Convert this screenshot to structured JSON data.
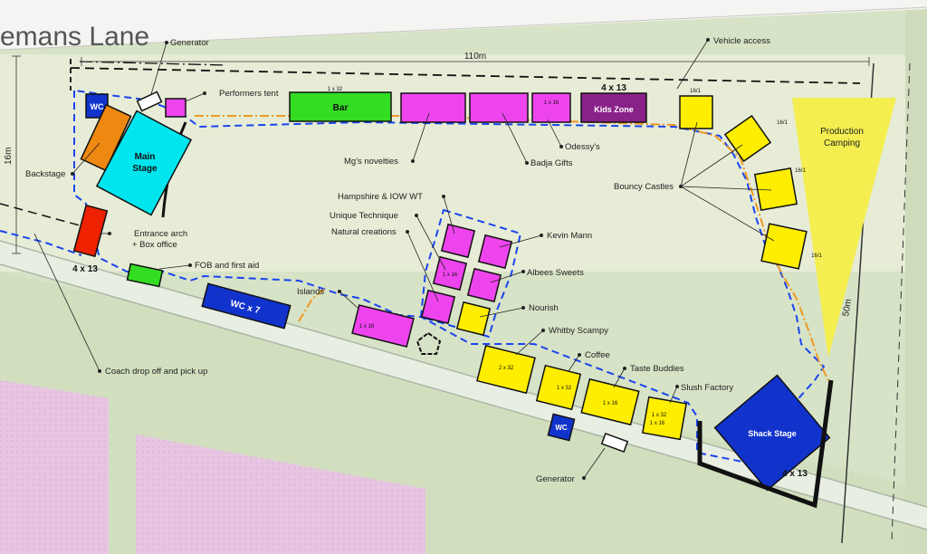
{
  "road": {
    "name": "emans Lane"
  },
  "dimensions": {
    "width": "110m",
    "height": "16m",
    "side": "50m"
  },
  "colors": {
    "green_block": "#33dd22",
    "pink_stall": "#ee44ee",
    "kids": "#882288",
    "yellow": "#ffee00",
    "stage": "#00e5ee",
    "backstage": "#ee8811",
    "entrance": "#ee2200",
    "wc": "#1133cc",
    "fence": "#1a44ee",
    "path": "#ee9922"
  },
  "tents": {
    "wc_top": "WC",
    "main_stage": "Main Stage",
    "bar": "Bar",
    "bar_size": "1 x 32",
    "kids_zone": "Kids Zone",
    "odessy_size": "1 x 16",
    "kids_dim": "4 x 13",
    "castle1": "16/1",
    "castle2": "16/1",
    "castle3": "16/1",
    "castle4": "16/1",
    "production": "Production Camping",
    "entrance_dim": "4 x 13",
    "wc7": "WC x 7",
    "hampshire_size": "1 x 16",
    "islands_size": "1 x 16",
    "whitby_size": "2 x 32",
    "coffee_size": "1 x 32",
    "taste_size": "1 x 16",
    "slush_size": "1 x 32",
    "slush_size2": "1 x 16",
    "wc_bottom": "WC",
    "shack_stage": "Shack Stage",
    "shack_dim": "4 x 13"
  },
  "labels": {
    "generator_top": "Generator",
    "performers_tent": "Performers tent",
    "vehicle_access": "Vehicle access",
    "backstage": "Backstage",
    "mg_novelties": "Mg's novelties",
    "badja_gifts": "Badja Gifts",
    "odessys": "Odessy's",
    "bouncy_castles": "Bouncy Castles",
    "hampshire": "Hampshire & IOW WT",
    "unique": "Unique Technique",
    "natural": "Natural creations",
    "kevin_mann": "Kevin Mann",
    "albees": "Albees Sweets",
    "entrance_arch": "Entrance arch",
    "box_office": "+ Box office",
    "fob": "FOB and first aid",
    "islands": "Islands",
    "nourish": "Nourish",
    "whitby": "Whitby Scampy",
    "coffee": "Coffee",
    "taste_buddies": "Taste Buddies",
    "slush_factory": "Slush Factory",
    "coach": "Coach drop off and pick up",
    "generator_bottom": "Generator"
  }
}
